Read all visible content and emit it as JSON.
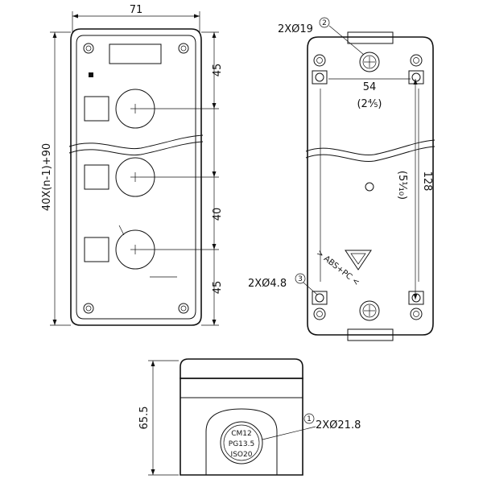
{
  "front_view": {
    "width": "71",
    "top_pitch": "45",
    "mid_pitch": "40",
    "bottom_pitch": "45",
    "height_formula": "40X(n-1)+90"
  },
  "back_view": {
    "callout_2_number": "2",
    "callout_2_text": "2XØ19",
    "hole_spacing": "54",
    "hole_spacing_in": "(2⅘)",
    "spacing_128": "128",
    "spacing_128_in": "(5⅒)",
    "callout_3_number": "3",
    "callout_3_text": "2XØ4.8",
    "material": "> ABS+PC <"
  },
  "side_view": {
    "height": "65.5",
    "callout_1_number": "1",
    "callout_1_text": "2XØ21.8",
    "gland_line1": "CM12",
    "gland_line2": "PG13.5",
    "gland_line3": "ISO20"
  }
}
